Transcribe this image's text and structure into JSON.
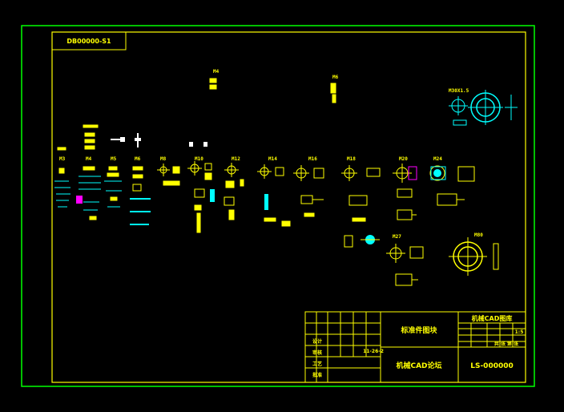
{
  "drawing": {
    "code_box": "DB00000-S1",
    "colors": {
      "background": "#000000",
      "outer_border": "#00ff00",
      "frame": "#ffff00",
      "part_white": "#ffffff",
      "part_cyan": "#00ffff",
      "part_magenta": "#ff00ff"
    },
    "part_labels": [
      {
        "id": "ma",
        "text": "M4"
      },
      {
        "id": "m6",
        "text": "M6"
      },
      {
        "id": "m30",
        "text": "M30X1.5"
      },
      {
        "id": "l1",
        "text": "M3"
      },
      {
        "id": "l2",
        "text": "M4"
      },
      {
        "id": "l3",
        "text": "M5"
      },
      {
        "id": "l4",
        "text": "M6"
      },
      {
        "id": "l5",
        "text": "M8"
      },
      {
        "id": "l6",
        "text": "M10"
      },
      {
        "id": "l7",
        "text": "M12"
      },
      {
        "id": "l8",
        "text": "M14"
      },
      {
        "id": "l9",
        "text": "M16"
      },
      {
        "id": "l10",
        "text": "M18"
      },
      {
        "id": "l11",
        "text": "M20"
      },
      {
        "id": "l12",
        "text": "M24"
      },
      {
        "id": "m27",
        "text": "M27"
      },
      {
        "id": "m80",
        "text": "M80"
      }
    ],
    "title_block": {
      "part_name": "标准件图块",
      "company_title": "机械CAD图库",
      "company_bottom": "机械CAD论坛",
      "drawing_number": "LS-000000",
      "scale": "1:5",
      "sheet_info": "共 张 第 张",
      "date": "11-26-2",
      "left_col_labels": [
        "设计",
        "审核",
        "工艺",
        "批准"
      ]
    }
  }
}
